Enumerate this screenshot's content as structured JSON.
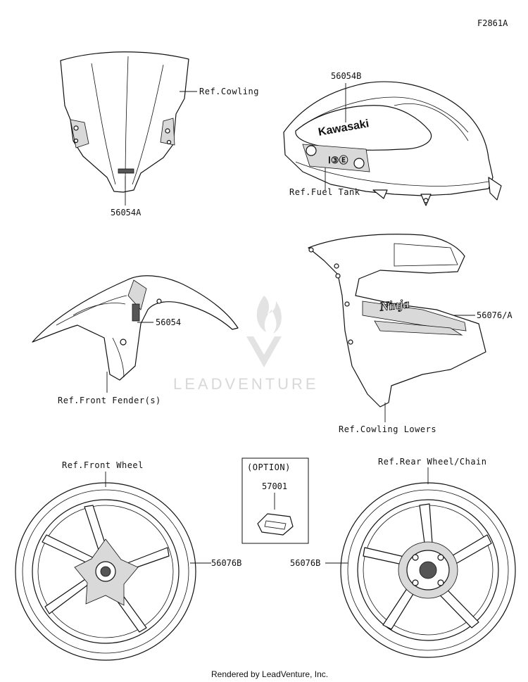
{
  "figure_id": "F2861A",
  "watermark": "LEADVENTURE",
  "footer": "Rendered by LeadVenture, Inc.",
  "labels": {
    "ref_cowling": "Ref.Cowling",
    "part_56054A": "56054A",
    "part_56054B": "56054B",
    "ref_fuel_tank": "Ref.Fuel Tank",
    "part_56054": "56054",
    "ref_front_fender": "Ref.Front Fender(s)",
    "part_56076A": "56076/A",
    "ref_cowling_lowers": "Ref.Cowling Lowers",
    "ref_front_wheel": "Ref.Front Wheel",
    "option_header": "(OPTION)",
    "part_57001": "57001",
    "ref_rear_wheel": "Ref.Rear Wheel/Chain",
    "part_56076B_front": "56076B",
    "part_56076B_rear": "56076B"
  },
  "decal_text": {
    "kawasaki": "Kawasaki",
    "ninja": "Ninja"
  }
}
